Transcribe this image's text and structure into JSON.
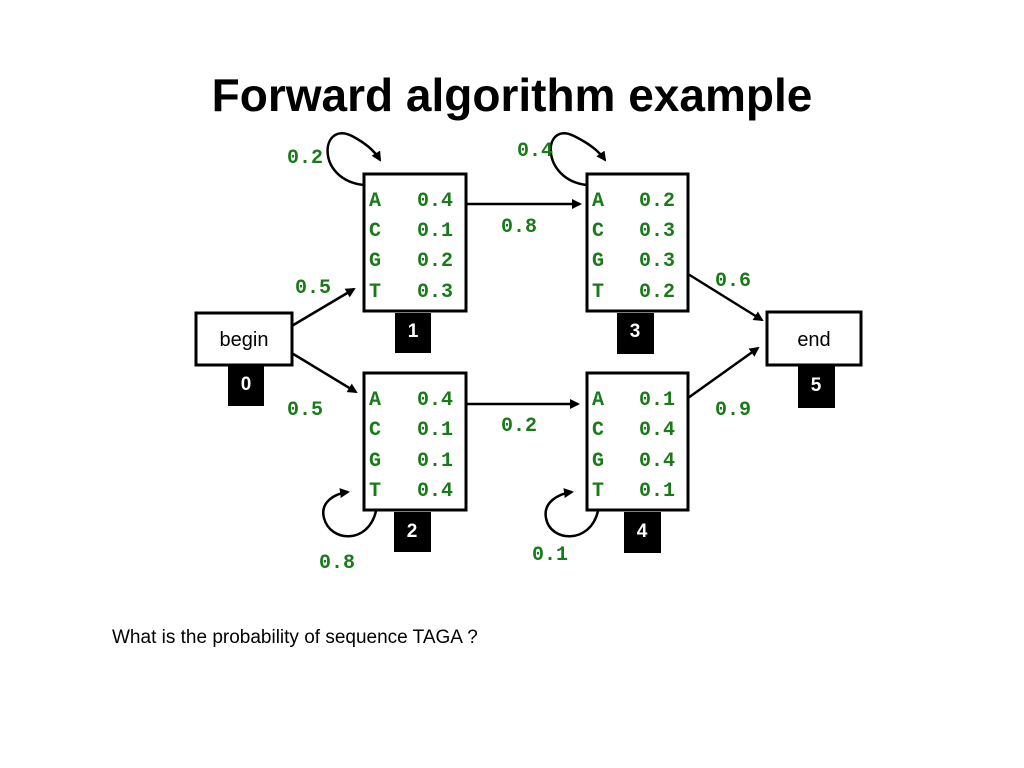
{
  "title": "Forward algorithm example",
  "question": "What is the probability of sequence TAGA ?",
  "terminals": {
    "begin": {
      "label": "begin",
      "id": "0"
    },
    "end": {
      "label": "end",
      "id": "5"
    }
  },
  "states": [
    {
      "id": "1",
      "emissions": [
        {
          "symbol": "A",
          "prob": "0.4"
        },
        {
          "symbol": "C",
          "prob": "0.1"
        },
        {
          "symbol": "G",
          "prob": "0.2"
        },
        {
          "symbol": "T",
          "prob": "0.3"
        }
      ]
    },
    {
      "id": "2",
      "emissions": [
        {
          "symbol": "A",
          "prob": "0.4"
        },
        {
          "symbol": "C",
          "prob": "0.1"
        },
        {
          "symbol": "G",
          "prob": "0.1"
        },
        {
          "symbol": "T",
          "prob": "0.4"
        }
      ]
    },
    {
      "id": "3",
      "emissions": [
        {
          "symbol": "A",
          "prob": "0.2"
        },
        {
          "symbol": "C",
          "prob": "0.3"
        },
        {
          "symbol": "G",
          "prob": "0.3"
        },
        {
          "symbol": "T",
          "prob": "0.2"
        }
      ]
    },
    {
      "id": "4",
      "emissions": [
        {
          "symbol": "A",
          "prob": "0.1"
        },
        {
          "symbol": "C",
          "prob": "0.4"
        },
        {
          "symbol": "G",
          "prob": "0.4"
        },
        {
          "symbol": "T",
          "prob": "0.1"
        }
      ]
    }
  ],
  "transitions": {
    "begin_to_1": "0.5",
    "begin_to_2": "0.5",
    "self_1": "0.2",
    "self_2": "0.8",
    "self_3": "0.4",
    "self_4": "0.1",
    "s1_to_3": "0.8",
    "s2_to_4": "0.2",
    "s3_to_end": "0.6",
    "s4_to_end": "0.9"
  },
  "colors": {
    "probability_text": "#1a7a1a",
    "id_badge": "#000000"
  }
}
